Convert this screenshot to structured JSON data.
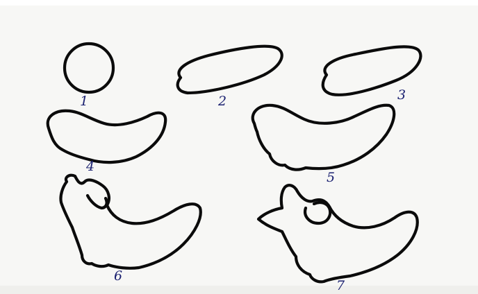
{
  "figures": [
    {
      "id": "1",
      "shape": "circle-outline"
    },
    {
      "id": "2",
      "shape": "ellipse-outline"
    },
    {
      "id": "3",
      "shape": "kidney-outline"
    },
    {
      "id": "4",
      "shape": "crescent-blob-outline"
    },
    {
      "id": "5",
      "shape": "crescent-blob-outline"
    },
    {
      "id": "6",
      "shape": "bird-like-outline"
    },
    {
      "id": "7",
      "shape": "bird-like-outline"
    }
  ],
  "colors": {
    "outline": "#0b0b0b",
    "label": "#1a2070",
    "paper": "#f7f7f5"
  }
}
